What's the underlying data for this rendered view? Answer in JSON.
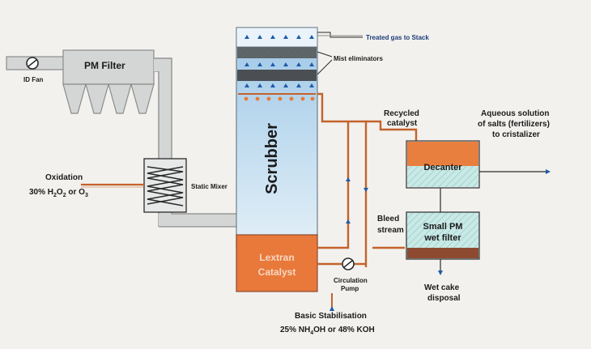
{
  "labels": {
    "treated_gas": "Treated gas to Stack",
    "mist_eliminators": "Mist eliminators",
    "pm_filter": "PM Filter",
    "id_fan": "ID Fan",
    "oxidation_title": "Oxidation",
    "oxidation_formula_a": "30% H",
    "oxidation_formula_sub1": "2",
    "oxidation_formula_b": "O",
    "oxidation_formula_sub2": "2",
    "oxidation_formula_c": " or O",
    "oxidation_formula_sub3": "3",
    "static_mixer": "Static Mixer",
    "scrubber": "Scrubber",
    "lextran_line1": "Lextran",
    "lextran_line2": "Catalyst",
    "recycled_line1": "Recycled",
    "recycled_line2": "catalyst",
    "aqueous_line1": "Aqueous solution",
    "aqueous_line2": "of salts (fertilizers)",
    "aqueous_line3": "to cristalizer",
    "decanter": "Decanter",
    "bleed_line1": "Bleed",
    "bleed_line2": "stream",
    "small_pm_line1": "Small PM",
    "small_pm_line2": "wet filter",
    "circulation_line1": "Circulation",
    "circulation_line2": "Pump",
    "wet_cake_line1": "Wet cake",
    "wet_cake_line2": "disposal",
    "basic_title": "Basic Stabilisation",
    "basic_formula_a": "25% NH",
    "basic_formula_sub": "4",
    "basic_formula_b": "OH or 48% KOH"
  },
  "colors": {
    "background": "#f2f1ee",
    "duct": "#d3d6d5",
    "duct_outline": "#8a8d8c",
    "pipe": "#c4622b",
    "scrubber_blue": "#b8d6ec",
    "catalyst_orange": "#e8793a",
    "decanter_orange": "#e87f3f",
    "filter_teal": "#b9e0de",
    "filter_brown": "#8e4a30",
    "arrow_blue": "#1e5aa8"
  }
}
